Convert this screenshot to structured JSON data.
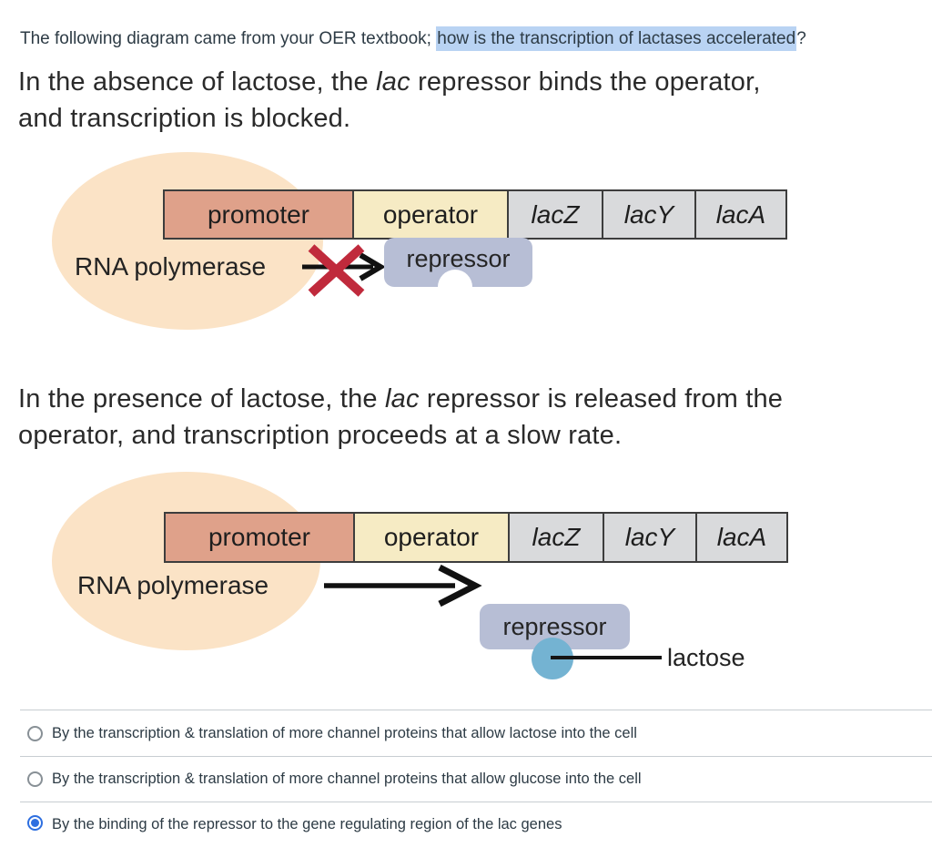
{
  "question_line": {
    "prefix": "The following diagram came from your OER textbook; ",
    "highlighted": "how is the transcription of lactases accelerated",
    "suffix": "?"
  },
  "sections": {
    "absence": {
      "pre": "In the absence of lactose, the ",
      "italic": "lac",
      "post": " repressor binds the operator, and transcription is blocked."
    },
    "presence": {
      "pre": "In the presence of lactose, the ",
      "italic": "lac",
      "post": " repressor is released from the operator, and transcription proceeds at a slow rate."
    }
  },
  "diagram_labels": {
    "genes": [
      "promoter",
      "operator",
      "lacZ",
      "lacY",
      "lacA"
    ],
    "rna_polymerase": "RNA polymerase",
    "repressor": "repressor",
    "lactose": "lactose"
  },
  "options": [
    {
      "label": "By the transcription & translation of more channel proteins that allow lactose into the cell",
      "selected": false
    },
    {
      "label": "By the transcription & translation of more channel proteins that allow glucose into the cell",
      "selected": false
    },
    {
      "label": "By the binding of the repressor to the gene regulating region of the lac genes",
      "selected": true
    }
  ],
  "colors": {
    "highlight": "#b9d3f3",
    "promoter_box": "#dfa18a",
    "operator_box": "#f6ebc4",
    "structural_gene_box": "#d9dadc",
    "polymerase_ellipse": "#fbe3c6",
    "repressor_shape": "#b7bed5",
    "lactose_circle": "#74b3d2",
    "blocked_x": "#c02a3c",
    "radio_selected": "#2e6fe0",
    "divider": "#c7cdd1",
    "text": "#2d3b45"
  }
}
